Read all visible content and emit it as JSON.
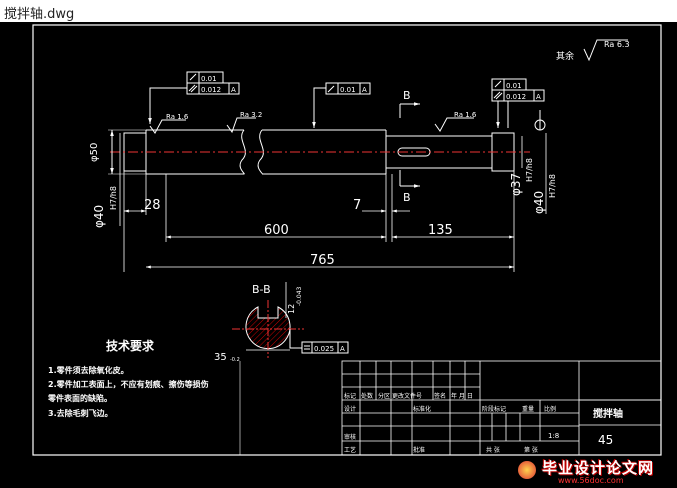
{
  "window": {
    "title": "搅拌轴.dwg"
  },
  "roughness": {
    "others_label": "其余",
    "others_value": "Ra 6.3",
    "left_journal": "Ra 1.6",
    "mid": "Ra 3.2",
    "right_journal": "Ra 1.6"
  },
  "tolerance_frames": {
    "left_a_val": "0.01",
    "left_b_val": "0.012",
    "left_datum": "A",
    "mid_val": "0.01",
    "mid_datum": "A",
    "right_a_val": "0.01",
    "right_b_val": "0.012",
    "right_datum": "A",
    "section_val": "0.025",
    "section_datum": "A"
  },
  "dimensions": {
    "d50": "φ50",
    "d40_left": "φ40",
    "d40_left_tol": "H7/h8",
    "d37": "φ37",
    "d37_tol": "H7/h8",
    "d40_right": "φ40",
    "d40_right_tol": "H7/h8",
    "len_28": "28",
    "len_600": "600",
    "len_7": "7",
    "len_135": "135",
    "len_765": "765",
    "sect_12": "12",
    "sect_12_tol": "-0.043",
    "sect_35": "35",
    "sect_35_tol": "-0.2"
  },
  "section": {
    "mark_top": "B",
    "mark_bottom": "B",
    "title": "B-B"
  },
  "tech_req": {
    "title": "技术要求",
    "items": [
      "1.零件须去除氧化皮。",
      "2.零件加工表面上，不应有划痕、擦伤等损伤",
      "零件表面的缺陷。",
      "3.去除毛刺飞边。"
    ]
  },
  "title_block": {
    "part_name": "搅拌轴",
    "material": "45",
    "scale": "1:8",
    "h_mark": "标记",
    "h_count": "处数",
    "h_zone": "分区",
    "h_docno": "更改文件号",
    "h_sign": "签名",
    "h_date": "年 月 日",
    "h_design": "设计",
    "h_std": "标准化",
    "h_stage": "阶段标记",
    "h_weight": "重量",
    "h_ratio": "比例",
    "h_review": "审核",
    "h_craft": "工艺",
    "h_approve": "批准",
    "h_sheet_total": "共 张",
    "h_sheet_no": "第 张"
  },
  "watermark": {
    "text": "毕业设计论文网",
    "url": "www.56doc.com"
  }
}
